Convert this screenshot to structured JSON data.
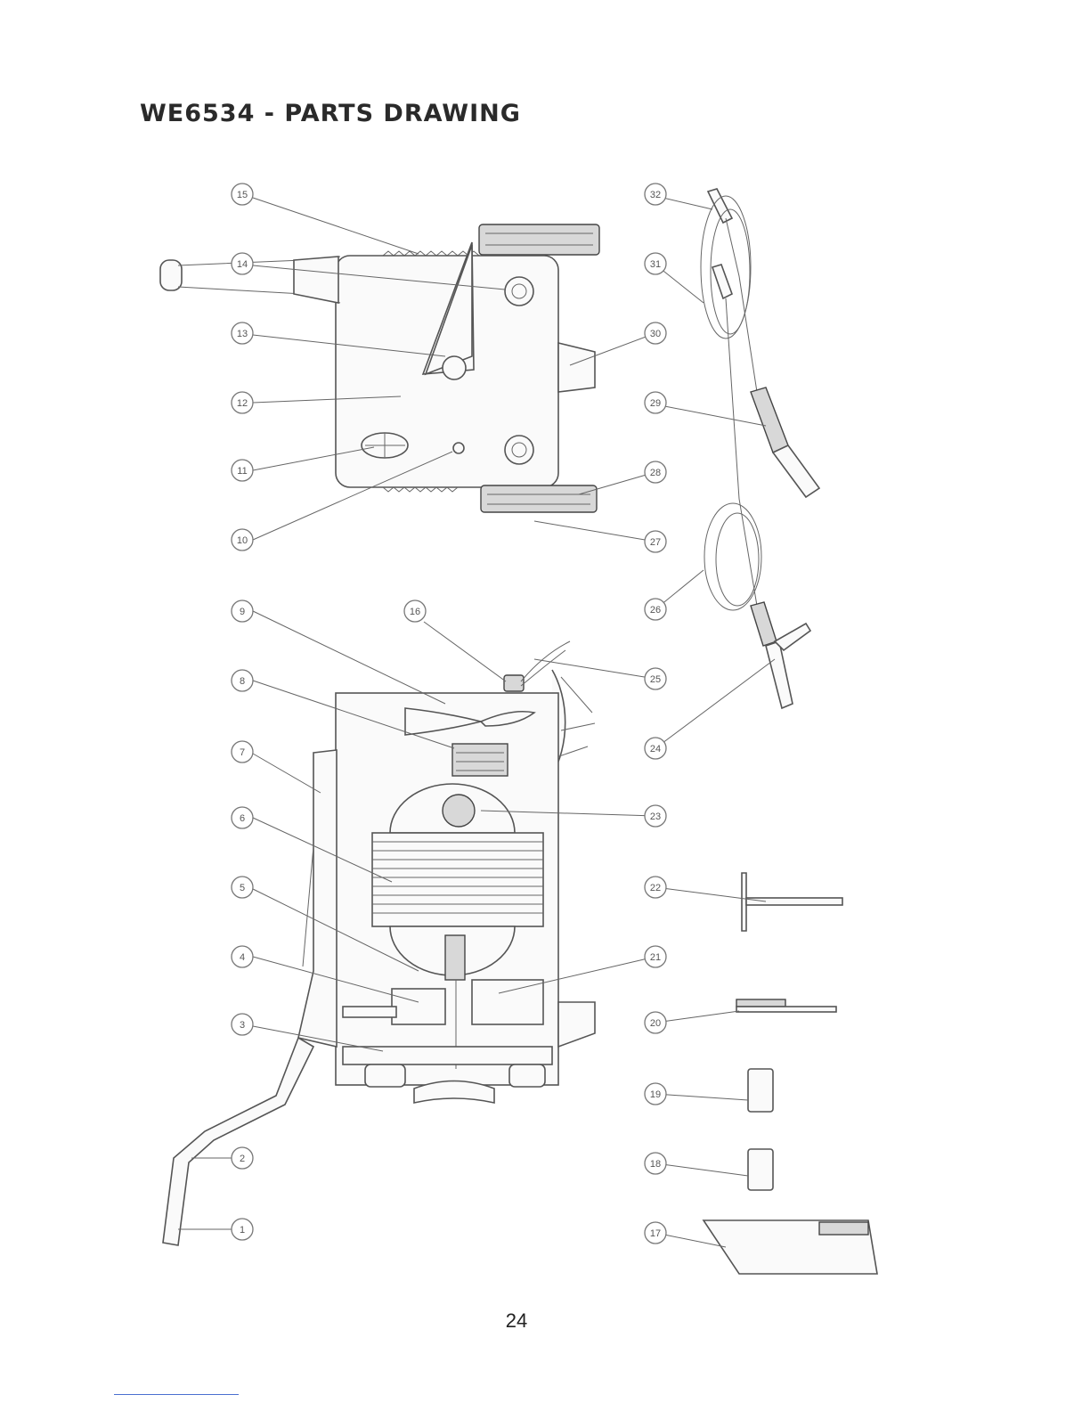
{
  "title": "WE6534 - PARTS DRAWING",
  "page_number": "24",
  "callouts": [
    {
      "label": "15"
    },
    {
      "label": "14"
    },
    {
      "label": "13"
    },
    {
      "label": "12"
    },
    {
      "label": "11"
    },
    {
      "label": "10"
    },
    {
      "label": "9"
    },
    {
      "label": "16"
    },
    {
      "label": "8"
    },
    {
      "label": "7"
    },
    {
      "label": "6"
    },
    {
      "label": "5"
    },
    {
      "label": "4"
    },
    {
      "label": "3"
    },
    {
      "label": "2"
    },
    {
      "label": "1"
    },
    {
      "label": "32"
    },
    {
      "label": "31"
    },
    {
      "label": "30"
    },
    {
      "label": "29"
    },
    {
      "label": "28"
    },
    {
      "label": "27"
    },
    {
      "label": "26"
    },
    {
      "label": "25"
    },
    {
      "label": "24"
    },
    {
      "label": "23"
    },
    {
      "label": "22"
    },
    {
      "label": "21"
    },
    {
      "label": "20"
    },
    {
      "label": "19"
    },
    {
      "label": "18"
    },
    {
      "label": "17"
    }
  ]
}
